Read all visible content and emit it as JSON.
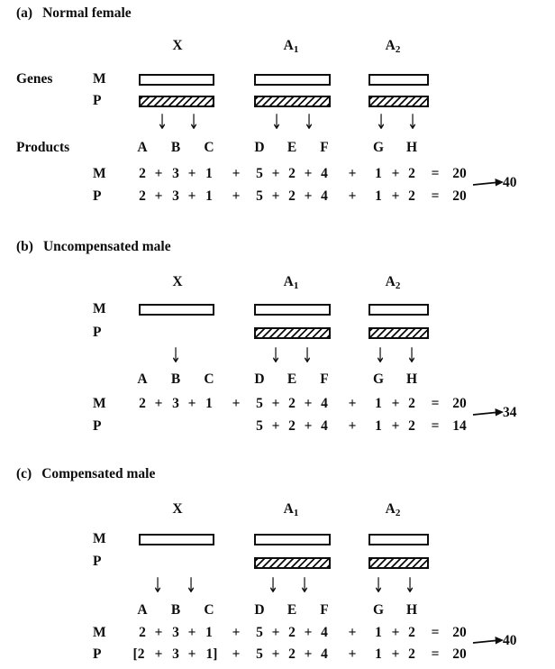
{
  "figure": {
    "background": "#ffffff",
    "ink": "#0d0d0d",
    "icons": {
      "down_arrow": "↓"
    },
    "sections": [
      {
        "panel_label": "(a)",
        "title": "Normal female",
        "genes_label": "Genes",
        "products_label": "Products",
        "maternal_label": "M",
        "paternal_label": "P",
        "chromosomes": [
          {
            "name": "X",
            "subscript": "",
            "maternal_bar": "white",
            "paternal_bar": "hatched"
          },
          {
            "name": "A",
            "subscript": "1",
            "maternal_bar": "white",
            "paternal_bar": "hatched"
          },
          {
            "name": "A",
            "subscript": "2",
            "maternal_bar": "white",
            "paternal_bar": "hatched"
          }
        ],
        "product_letters": [
          "A",
          "B",
          "C",
          "D",
          "E",
          "F",
          "G",
          "H"
        ],
        "maternal_row": [
          "2",
          "+",
          "3",
          "+",
          "1",
          "+",
          "5",
          "+",
          "2",
          "+",
          "4",
          "+",
          "1",
          "+",
          "2",
          "=",
          "20"
        ],
        "paternal_row": [
          "2",
          "+",
          "3",
          "+",
          "1",
          "+",
          "5",
          "+",
          "2",
          "+",
          "4",
          "+",
          "1",
          "+",
          "2",
          "=",
          "20"
        ],
        "combined_total": "40"
      },
      {
        "panel_label": "(b)",
        "title": "Uncompensated male",
        "maternal_label": "M",
        "paternal_label": "P",
        "chromosomes": [
          {
            "name": "X",
            "subscript": "",
            "maternal_bar": "white",
            "paternal_bar": "absent"
          },
          {
            "name": "A",
            "subscript": "1",
            "maternal_bar": "white",
            "paternal_bar": "hatched"
          },
          {
            "name": "A",
            "subscript": "2",
            "maternal_bar": "white",
            "paternal_bar": "hatched"
          }
        ],
        "product_letters": [
          "A",
          "B",
          "C",
          "D",
          "E",
          "F",
          "G",
          "H"
        ],
        "maternal_row": [
          "2",
          "+",
          "3",
          "+",
          "1",
          "+",
          "5",
          "+",
          "2",
          "+",
          "4",
          "+",
          "1",
          "+",
          "2",
          "=",
          "20"
        ],
        "paternal_row": [
          "5",
          "+",
          "2",
          "+",
          "4",
          "+",
          "1",
          "+",
          "2",
          "=",
          "14"
        ],
        "combined_total": "34"
      },
      {
        "panel_label": "(c)",
        "title": "Compensated male",
        "maternal_label": "M",
        "paternal_label": "P",
        "chromosomes": [
          {
            "name": "X",
            "subscript": "",
            "maternal_bar": "white",
            "paternal_bar": "absent"
          },
          {
            "name": "A",
            "subscript": "1",
            "maternal_bar": "white",
            "paternal_bar": "hatched"
          },
          {
            "name": "A",
            "subscript": "2",
            "maternal_bar": "white",
            "paternal_bar": "hatched"
          }
        ],
        "product_letters": [
          "A",
          "B",
          "C",
          "D",
          "E",
          "F",
          "G",
          "H"
        ],
        "maternal_row": [
          "2",
          "+",
          "3",
          "+",
          "1",
          "+",
          "5",
          "+",
          "2",
          "+",
          "4",
          "+",
          "1",
          "+",
          "2",
          "=",
          "20"
        ],
        "paternal_row": [
          "[2",
          "+",
          "3",
          "+",
          "1]",
          "+",
          "5",
          "+",
          "2",
          "+",
          "4",
          "+",
          "1",
          "+",
          "2",
          "=",
          "20"
        ],
        "combined_total": "40"
      }
    ]
  }
}
